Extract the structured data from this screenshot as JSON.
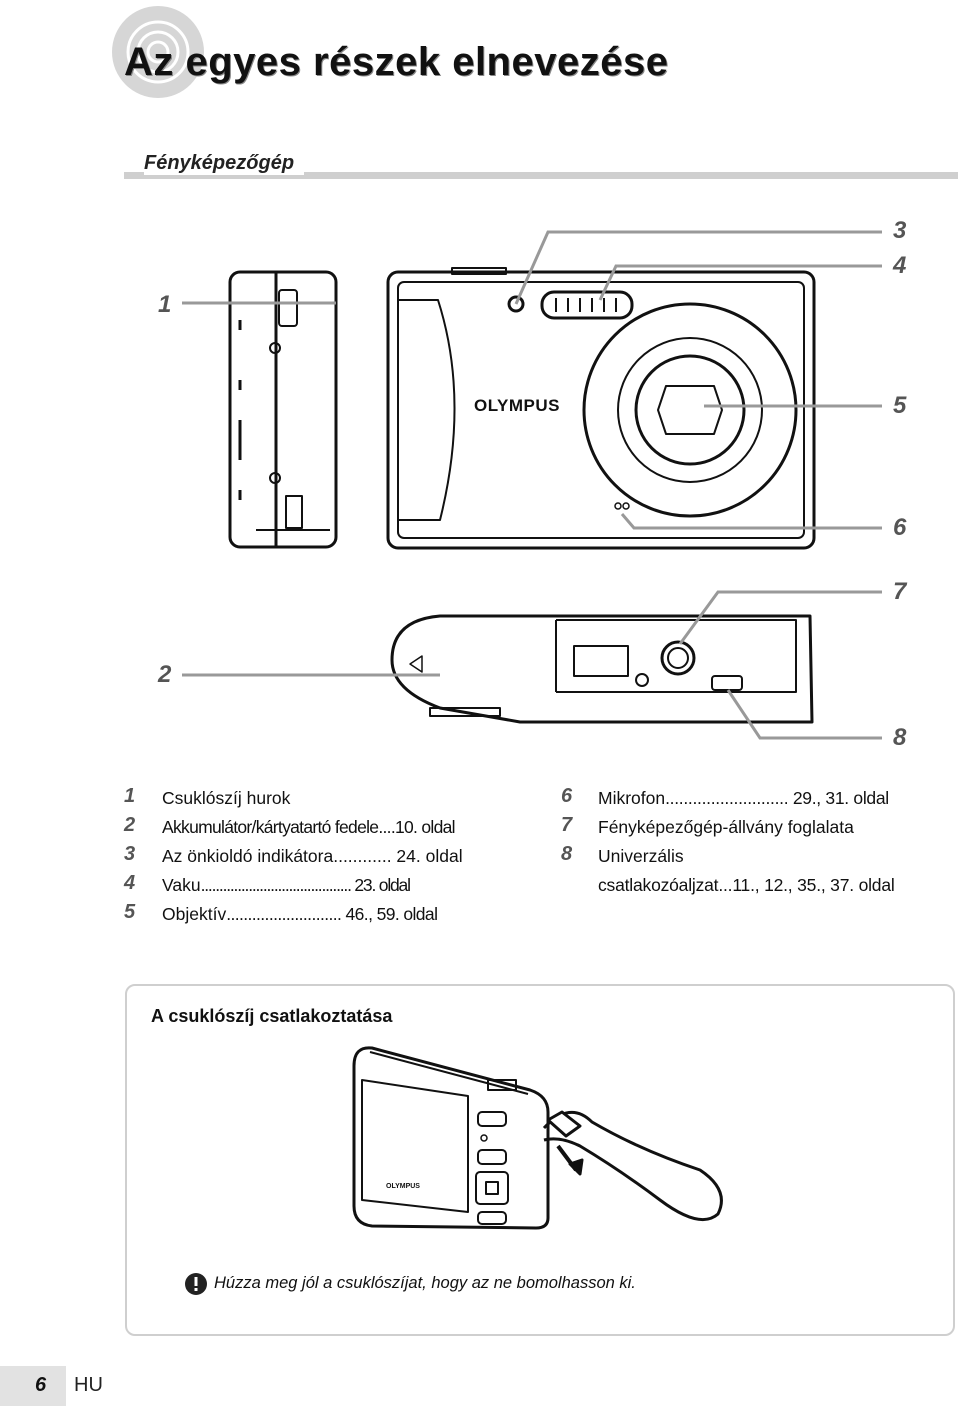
{
  "page": {
    "title": "Az egyes részek elnevezése",
    "section": "Fényképezőgép",
    "brand": "OLYMPUS"
  },
  "callouts": [
    "1",
    "2",
    "3",
    "4",
    "5",
    "6",
    "7",
    "8"
  ],
  "parts": [
    {
      "num": "1",
      "label": "Csuklószíj hurok",
      "ref": ""
    },
    {
      "num": "2",
      "label": "Akkumulátor/kártyatartó fedele",
      "ref": "....10. oldal"
    },
    {
      "num": "3",
      "label": "Az önkioldó indikátora",
      "ref": "............ 24. oldal"
    },
    {
      "num": "4",
      "label": "Vaku",
      "ref": "......................................... 23. oldal"
    },
    {
      "num": "5",
      "label": "Objektív",
      "ref": "........................... 46., 59. oldal"
    },
    {
      "num": "6",
      "label": "Mikrofon",
      "ref": "........................... 29., 31. oldal"
    },
    {
      "num": "7",
      "label": "Fényképezőgép-állvány foglalata",
      "ref": ""
    },
    {
      "num": "8",
      "label": "Univerzális",
      "ref": ""
    },
    {
      "num": "",
      "label": "csatlakozóaljzat...11., 12., 35., 37. oldal",
      "ref": ""
    }
  ],
  "strap_box": {
    "title": "A csuklószíj csatlakoztatása",
    "note": "Húzza meg jól a csuklószíjat, hogy az ne bomolhasson ki."
  },
  "footer": {
    "page": "6",
    "lang": "HU"
  },
  "icons": [
    "camera-section-icon",
    "warning-icon"
  ]
}
